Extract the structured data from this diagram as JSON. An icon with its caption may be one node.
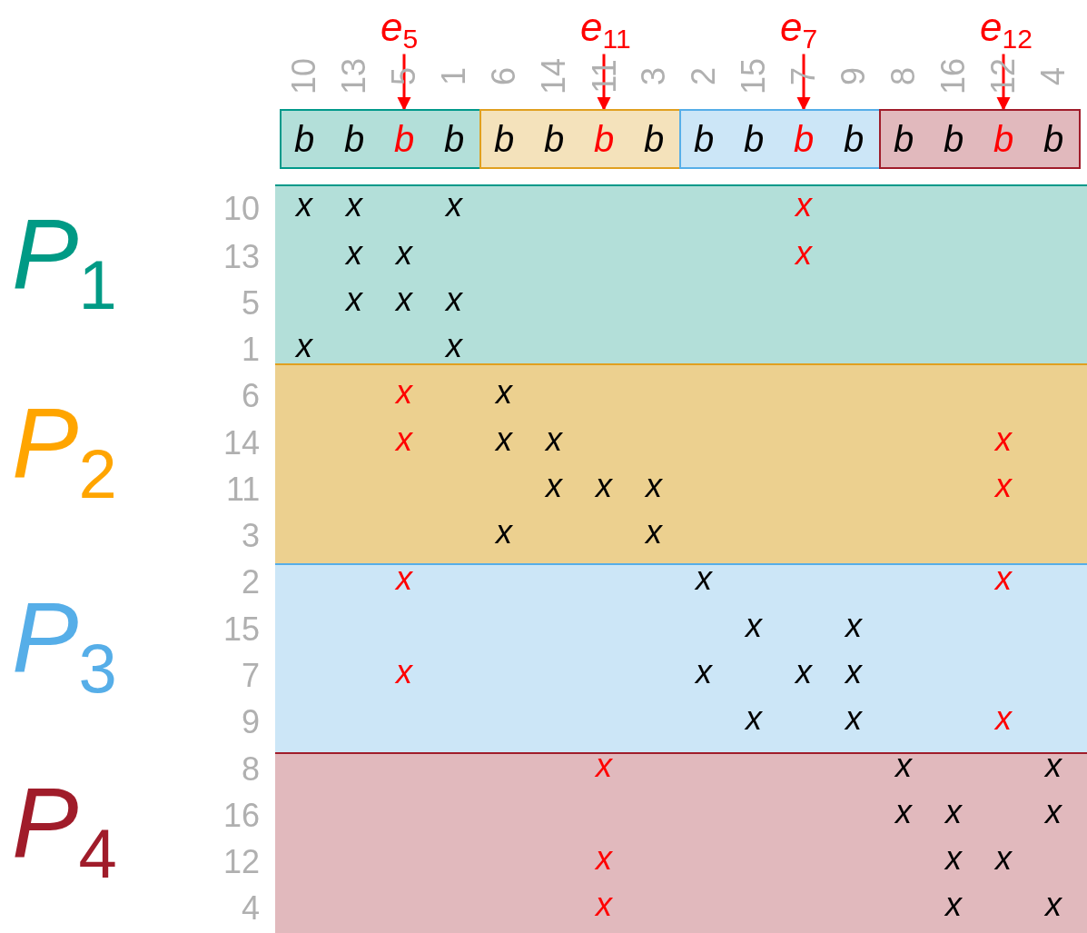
{
  "diagram": {
    "nodes": [
      {
        "text": [],
        "shape": "box"
      },
      {
        "text": [],
        "shape": "box"
      },
      {
        "text": [],
        "shape": "box"
      },
      {
        "text": [],
        "shape": "box"
      },
      {
        "text": [
          "b"
        ],
        "in": 0
      },
      {
        "text": [
          "b"
        ],
        "in": 0
      },
      {
        "text": [
          "b"
        ],
        "in": 0
      },
      {
        "text": [
          "b"
        ],
        "in": 0
      },
      {
        "text": [
          "b"
        ],
        "in": 1
      },
      {
        "text": [
          "b"
        ],
        "in": 1
      },
      {
        "text": [
          "b"
        ],
        "in": 1
      },
      {
        "text": [
          "b"
        ],
        "in": 1
      },
      {
        "text": [
          "b"
        ],
        "in": 2
      },
      {
        "text": [
          "b"
        ],
        "in": 2
      },
      {
        "text": [
          "b"
        ],
        "in": 2
      },
      {
        "text": [
          "b"
        ],
        "in": 2
      },
      {
        "text": [
          "b"
        ],
        "in": 3
      },
      {
        "text": [
          "b"
        ],
        "in": 3
      },
      {
        "text": [
          "b"
        ],
        "in": 3
      },
      {
        "text": [
          "b"
        ],
        "in": 3
      },
      {
        "text": [
          "e$_{5}$"
        ]
      },
      {
        "text": [
          "e$_{11}$"
        ]
      },
      {
        "text": [
          "e$_{7}$"
        ]
      },
      {
        "text": [
          "e$_{12}$"
        ]
      },
      {
        "text": [
          "P$_{1}$"
        ]
      },
      {
        "text": [
          "P$_{2}$"
        ]
      },
      {
        "text": [
          "P$_{3}$"
        ]
      },
      {
        "text": [
          "P$_{4}$"
        ]
      }
    ],
    "edges": [
      {
        "from": 20,
        "to": 6,
        "arrow": "to"
      },
      {
        "from": 21,
        "to": 10,
        "arrow": "to"
      },
      {
        "from": 22,
        "to": 14,
        "arrow": "to"
      },
      {
        "from": 23,
        "to": 18,
        "arrow": "to"
      }
    ],
    "labels": [
      "10",
      "13",
      "5",
      "1",
      "6",
      "14",
      "11",
      "3",
      "2",
      "15",
      "7",
      "9",
      "8",
      "16",
      "12",
      "4",
      "10",
      "13",
      "5",
      "1",
      "6",
      "14",
      "11",
      "3",
      "2",
      "15",
      "7",
      "9",
      "8",
      "16",
      "12",
      "4",
      "x",
      "x",
      "x",
      "x",
      "x",
      "x",
      "x",
      "x",
      "x",
      "x",
      "x",
      "x",
      "x",
      "x",
      "x",
      "x",
      "x",
      "x",
      "x",
      "x",
      "x",
      "x",
      "x",
      "x",
      "x",
      "x",
      "x",
      "x",
      "x",
      "x",
      "x",
      "x",
      "x",
      "x",
      "x",
      "x",
      "x",
      "x",
      "x",
      "x",
      "x",
      "x",
      "x",
      "x",
      "x",
      "x",
      "x",
      "x"
    ]
  }
}
